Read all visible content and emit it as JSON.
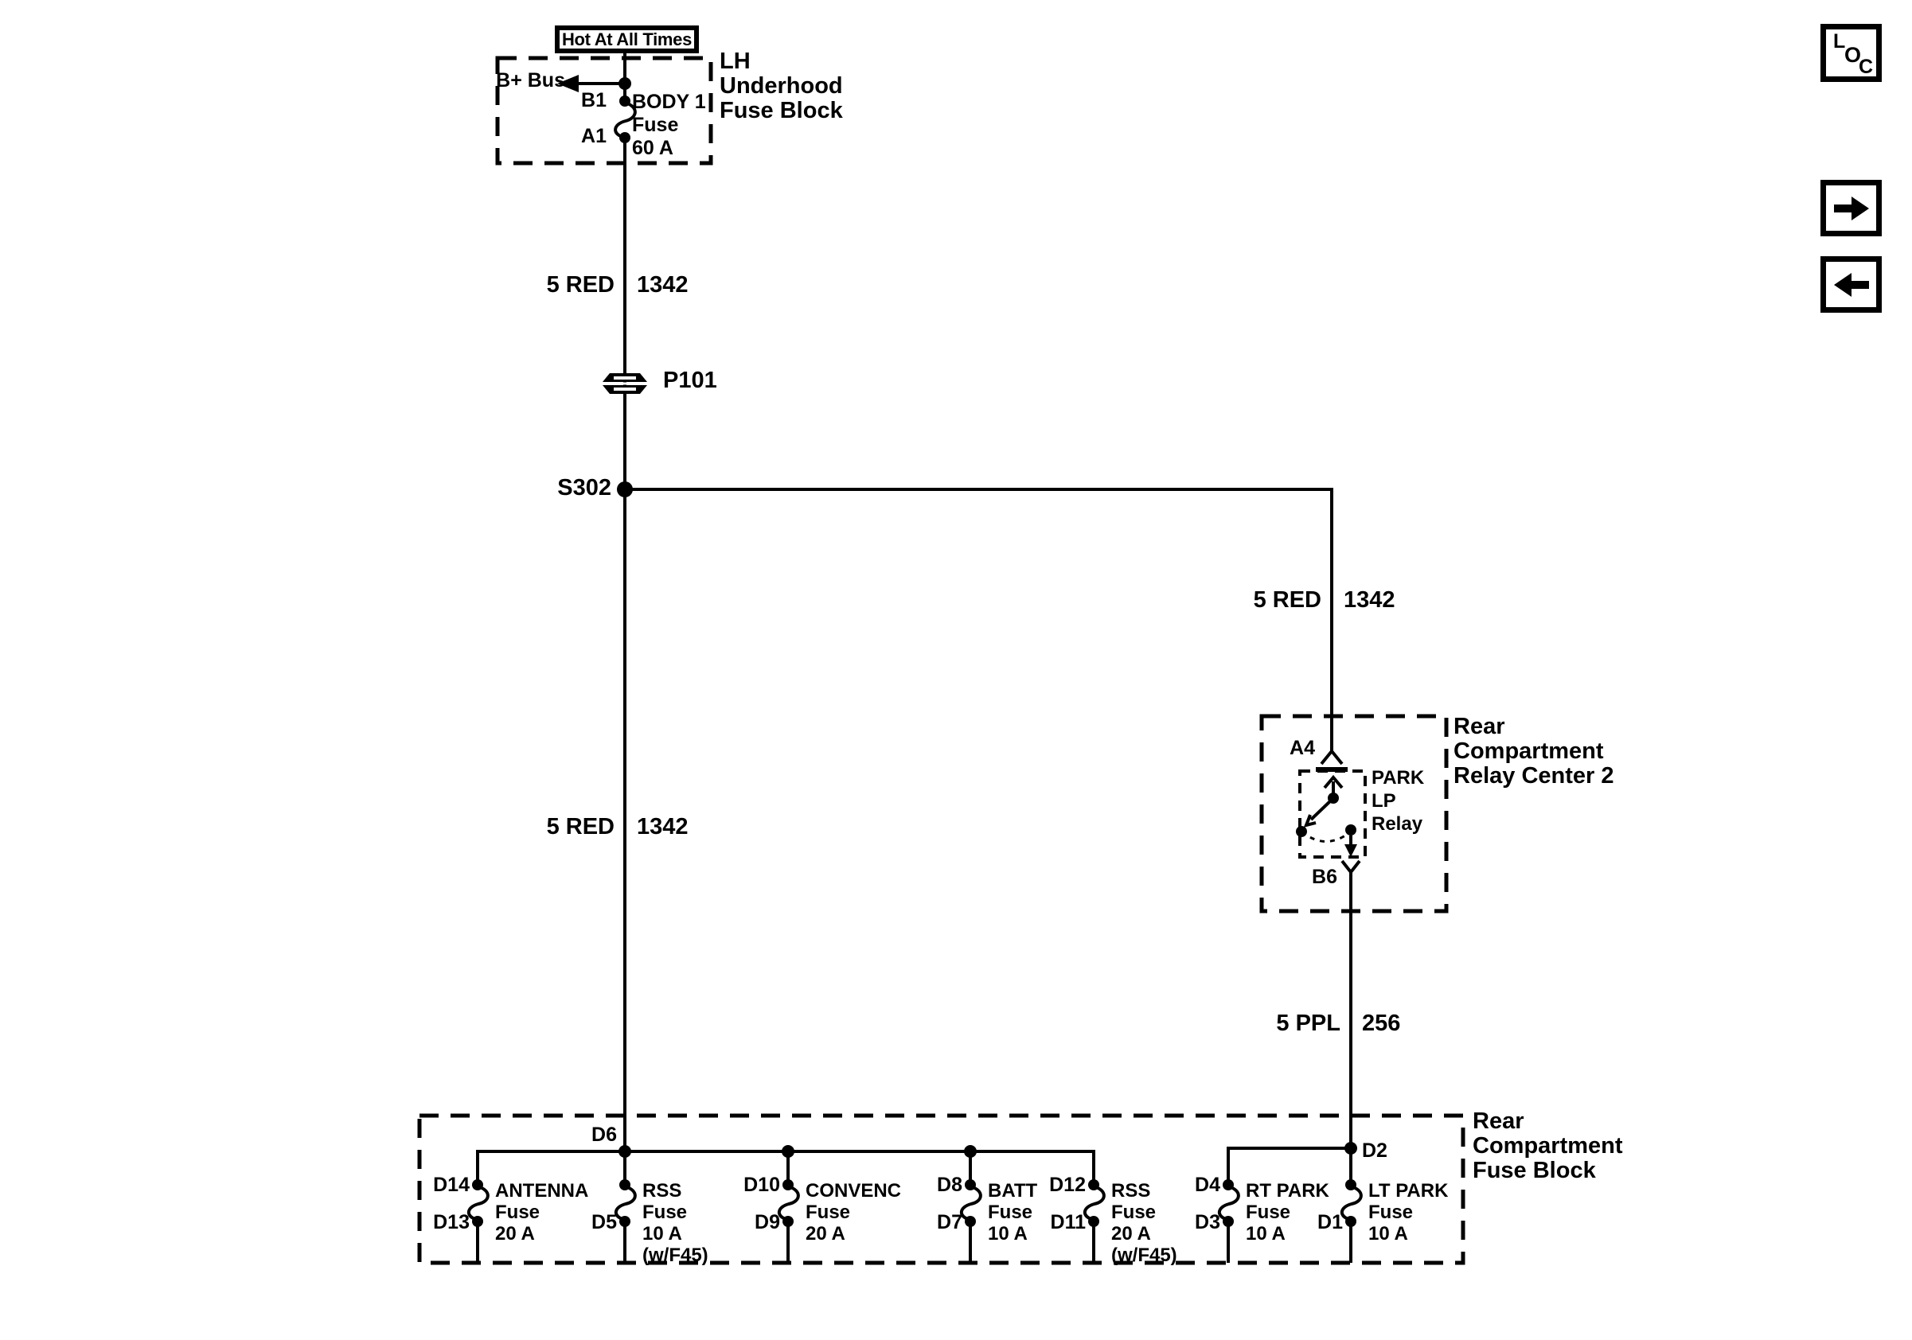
{
  "diagram": {
    "power_source": "Hot At All Times",
    "underhood_block": {
      "title_lines": [
        "LH",
        "Underhood",
        "Fuse Block"
      ],
      "bus_label": "B+ Bus",
      "fuse": {
        "top_terminal": "B1",
        "bottom_terminal": "A1",
        "name": "BODY 1",
        "type": "Fuse",
        "rating": "60 A"
      }
    },
    "inline_connector": "P101",
    "splice": "S302",
    "wire_segments": [
      {
        "label": "5 RED",
        "circuit": "1342"
      },
      {
        "label": "5 RED",
        "circuit": "1342"
      },
      {
        "label": "5 RED",
        "circuit": "1342"
      },
      {
        "label": "5 PPL",
        "circuit": "256"
      }
    ],
    "relay_center": {
      "title_lines": [
        "Rear",
        "Compartment",
        "Relay Center 2"
      ],
      "input_terminal": "A4",
      "output_terminal": "B6",
      "relay_lines": [
        "PARK",
        "LP",
        "Relay"
      ]
    },
    "rear_fuse_block": {
      "title_lines": [
        "Rear",
        "Compartment",
        "Fuse Block"
      ],
      "red_feed_terminal": "D6",
      "ppl_feed_terminal": "D2",
      "fuses": [
        {
          "top": "D14",
          "bottom": "D13",
          "lines": [
            "ANTENNA",
            "Fuse",
            "20 A"
          ]
        },
        {
          "top": "",
          "bottom": "D5",
          "lines": [
            "RSS",
            "Fuse",
            "10 A",
            "(w/F45)"
          ]
        },
        {
          "top": "D10",
          "bottom": "D9",
          "lines": [
            "CONVENC",
            "Fuse",
            "20 A"
          ]
        },
        {
          "top": "D8",
          "bottom": "D7",
          "lines": [
            "BATT",
            "Fuse",
            "10 A"
          ]
        },
        {
          "top": "D12",
          "bottom": "D11",
          "lines": [
            "RSS",
            "Fuse",
            "20 A",
            "(w/F45)"
          ]
        },
        {
          "top": "D4",
          "bottom": "D3",
          "lines": [
            "RT PARK",
            "Fuse",
            "10 A"
          ]
        },
        {
          "top": "",
          "bottom": "D1",
          "lines": [
            "LT PARK",
            "Fuse",
            "10 A"
          ]
        }
      ]
    }
  },
  "toolbar": {
    "loc_letters": [
      "L",
      "O",
      "C"
    ]
  },
  "colors": {
    "line": "#000000",
    "background": "#ffffff"
  }
}
